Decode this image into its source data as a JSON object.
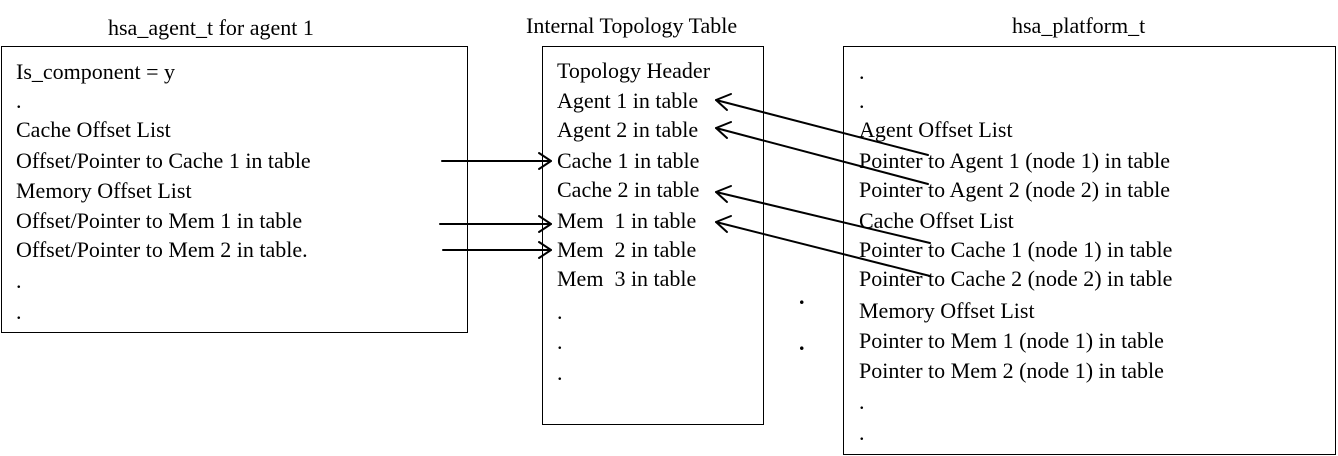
{
  "left": {
    "title": "hsa_agent_t for agent 1",
    "lines": [
      "Is_component = y",
      ".",
      "Cache Offset List",
      "Offset/Pointer to Cache 1 in table",
      "Memory Offset List",
      "Offset/Pointer to Mem 1 in table",
      "Offset/Pointer to Mem 2 in table.",
      ".",
      "."
    ]
  },
  "middle": {
    "title": "Internal Topology Table",
    "lines": [
      "Topology Header",
      "Agent 1 in table",
      "Agent 2 in table",
      "Cache 1 in table",
      "Cache 2 in table",
      "Mem  1 in table",
      "Mem  2 in table",
      "Mem  3 in table",
      ".",
      ".",
      "."
    ]
  },
  "right": {
    "title": "hsa_platform_t",
    "lines": [
      ".",
      ".",
      "Agent Offset List",
      "Pointer to Agent 1 (node 1) in table",
      "Pointer to Agent 2 (node 2) in table",
      "Cache Offset List",
      "Pointer to Cache 1 (node 1) in table",
      "Pointer to Cache 2 (node 2) in table",
      "Memory Offset List",
      "Pointer to Mem 1 (node 1) in table",
      "Pointer to Mem 2 (node 1) in table",
      ".",
      "."
    ]
  },
  "separator_dots": [
    ".",
    "."
  ]
}
